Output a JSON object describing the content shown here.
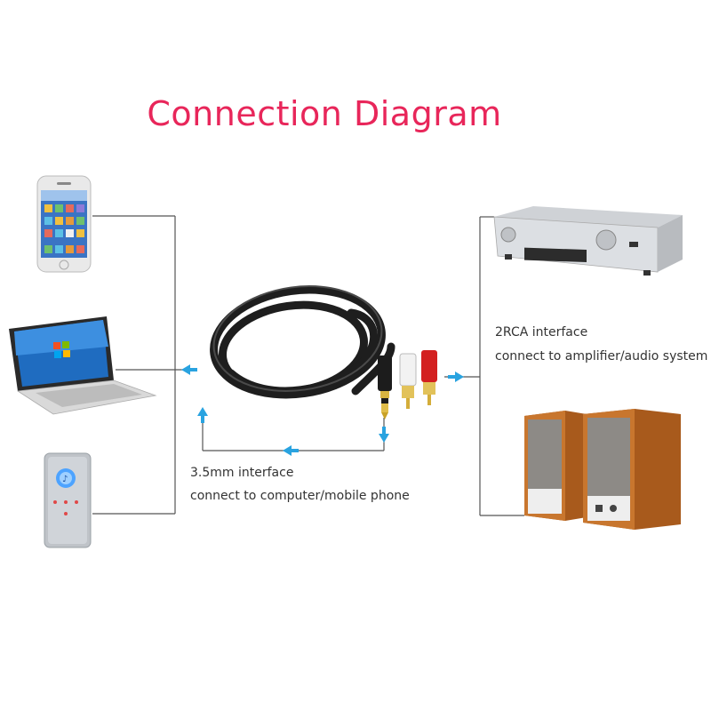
{
  "title": "Connection Diagram",
  "left_interface": {
    "name": "3.5mm interface",
    "description": "connect to computer/mobile phone"
  },
  "right_interface": {
    "name": "2RCA interface",
    "description": "connect to amplifier/audio system"
  },
  "colors": {
    "title": "#e8265a",
    "arrow": "#29a3e0",
    "line": "#555555",
    "rca_red": "#d32020",
    "rca_white": "#f2f2f2",
    "jack_gold": "#c9a227",
    "speaker_wood": "#c8762e"
  }
}
